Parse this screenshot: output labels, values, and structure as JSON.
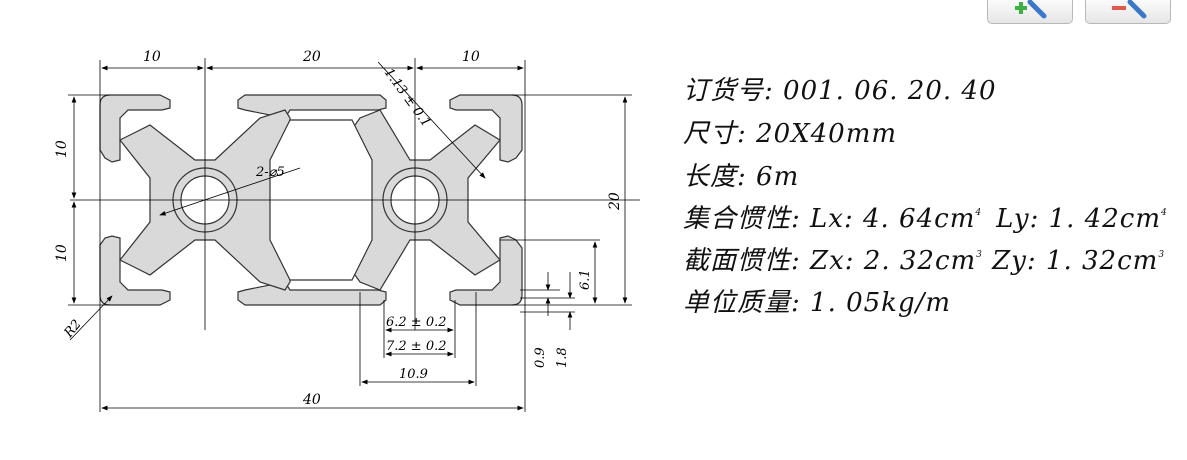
{
  "toolbar": {
    "add_icon": "plus-pencil-icon",
    "remove_icon": "minus-pencil-icon",
    "colors": {
      "plus": "#3cb043",
      "minus": "#e05a4a",
      "pencil": "#3a78c9"
    }
  },
  "drawing": {
    "profile_fill": "#d9d9d9",
    "dims": {
      "top_left": "10",
      "top_mid": "20",
      "top_right": "10",
      "left_upper": "10",
      "left_lower": "10",
      "right_height": "20",
      "bottom_width": "40",
      "wall": "1.13 ± 0.1",
      "holes": "2-⌀5",
      "radius": "R2",
      "slot_inner": "6.2 ± 0.2",
      "slot_outer": "7.2 ± 0.2",
      "slot_depth": "10.9",
      "lip_a": "0.9",
      "lip_b": "1.8",
      "slot_height": "6.1"
    }
  },
  "specs": {
    "order_label": "订货号:",
    "order_value": "001. 06. 20. 40",
    "size_label": "尺寸:",
    "size_value": "20X40mm",
    "length_label": "长度:",
    "length_value": "6m",
    "inertia_label": "集合惯性:",
    "inertia_lx": "Lx: 4. 64cm",
    "inertia_lx_exp": "4",
    "inertia_ly": "Ly: 1. 42cm",
    "inertia_ly_exp": "4",
    "section_label": "截面惯性:",
    "section_zx": "Zx: 2. 32cm",
    "section_zx_exp": "3",
    "section_zy": "Zy: 1. 32cm",
    "section_zy_exp": "3",
    "weight_label": "单位质量:",
    "weight_value": "1. 05kg/m"
  }
}
